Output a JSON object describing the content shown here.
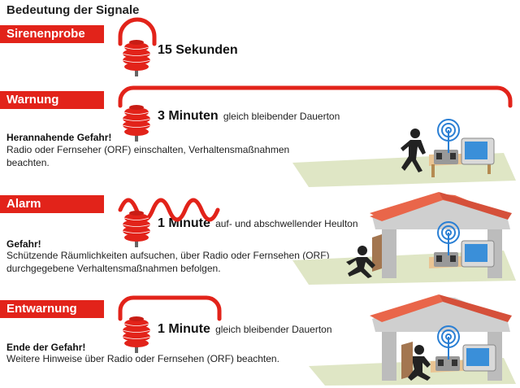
{
  "title": "Bedeutung der Signale",
  "sections": [
    {
      "label": "Sirenenprobe",
      "duration": "15 Sekunden",
      "description": "",
      "headline": "",
      "text": ""
    },
    {
      "label": "Warnung",
      "duration": "3 Minuten",
      "description": "gleich bleibender Dauerton",
      "headline": "Herannahende Gefahr!",
      "text": "Radio oder Fernseher (ORF) einschalten, Verhaltensmaßnahmen beachten."
    },
    {
      "label": "Alarm",
      "duration": "1 Minute",
      "description": "auf- und abschwellender Heulton",
      "headline": "Gefahr!",
      "text": "Schützende Räumlichkeiten aufsuchen, über Radio oder Fernsehen (ORF) durchgegebene Verhaltensmaßnahmen befolgen."
    },
    {
      "label": "Entwarnung",
      "duration": "1 Minute",
      "description": "gleich bleibender Dauerton",
      "headline": "Ende der Gefahr!",
      "text": "Weitere Hinweise über Radio oder Fernsehen (ORF) beachten."
    }
  ],
  "colors": {
    "accent_red": "#e2231a",
    "ground_green": "#dfe6c5",
    "roof_red": "#e9664a",
    "wall_gray": "#bcbcbc",
    "wave_blue": "#2a7fd4"
  },
  "icons": [
    "siren-icon",
    "signal-wave-icon",
    "radio-icon",
    "tv-icon",
    "person-icon",
    "house-icon"
  ]
}
